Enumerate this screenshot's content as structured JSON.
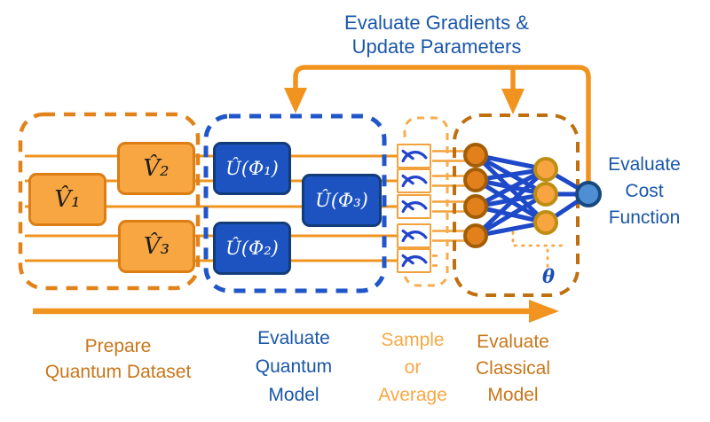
{
  "diagram": {
    "feedback_label": "Evaluate Gradients &\nUpdate Parameters",
    "cost_label": "Evaluate\nCost\nFunction",
    "theta_label": "θ",
    "stage_labels": {
      "dataset": "Prepare\nQuantum Dataset",
      "quantum": "Evaluate\nQuantum\nModel",
      "sample": "Sample\nor\nAverage",
      "classical": "Evaluate\nClassical\nModel"
    },
    "gates": {
      "v1": "V̂₁",
      "v2": "V̂₂",
      "v3": "V̂₃",
      "u1": "Û(Φ₁)",
      "u3": "Û(Φ₃)",
      "u2": "Û(Φ₂)"
    },
    "structure": {
      "qubit_wires": 5,
      "measurement_gauges": 5,
      "nn_input_nodes": 4,
      "nn_hidden_nodes": 3,
      "nn_output_nodes": 1
    },
    "colors": {
      "orange_wire": "#F0941F",
      "gate_v_fill": "#F7A642",
      "gate_v_border": "#DC7E13",
      "gate_u_fill": "#1C53C1",
      "gate_u_border": "#123C7A",
      "dataset_outline": "#E1831A",
      "quantum_outline": "#2156C8",
      "sample_outline": "#F7AC4D",
      "classical_outline": "#BF6F10",
      "blue_text": "#1A57A8",
      "dark_orange_text": "#C8761A",
      "light_orange_text": "#F8A843",
      "nn_edge": "#1E49C8",
      "nn_input_fill": "#E2811C",
      "nn_hidden_fill": "#F8A440",
      "nn_output_fill": "#4E8FD4",
      "gauge_icon": "#2244CC",
      "theta": "#1A50B4"
    }
  }
}
